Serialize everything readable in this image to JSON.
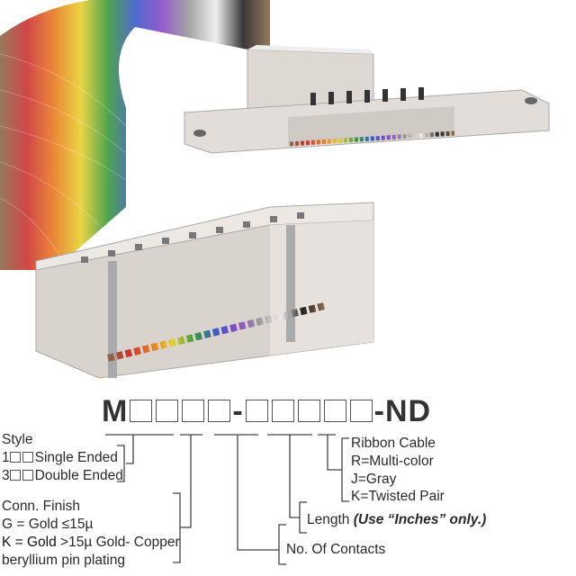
{
  "part_number": {
    "prefix": "M",
    "separator": "-",
    "suffix": "-ND"
  },
  "style": {
    "label": "Style",
    "options": [
      {
        "code": "1",
        "text": "Single Ended"
      },
      {
        "code": "3",
        "text": "Double Ended"
      }
    ]
  },
  "conn_finish": {
    "label": "Conn. Finish",
    "g": "G = Gold ≤15µ",
    "k_bold": "K = Gold",
    "k_rest": " >15µ Gold- Copper",
    "k_line2": "beryllium pin plating"
  },
  "contacts": {
    "label": "No. Of Contacts"
  },
  "length": {
    "label": "Length",
    "note": "(Use “Inches” only.)"
  },
  "cable": {
    "label": "Ribbon Cable",
    "options": [
      "R=Multi-color",
      "J=Gray",
      "K=Twisted Pair"
    ]
  }
}
